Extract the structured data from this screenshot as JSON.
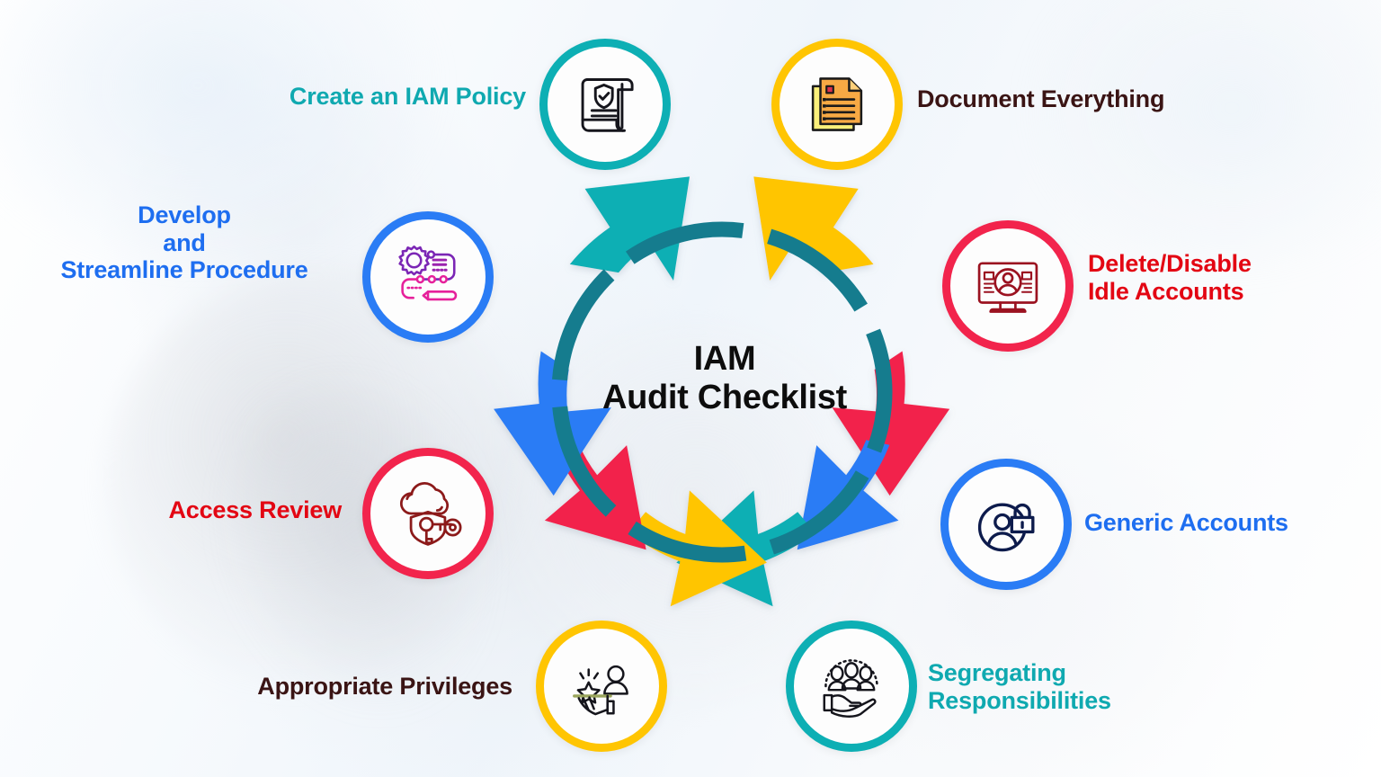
{
  "diagram": {
    "center": {
      "line1": "IAM",
      "line2": "Audit Checklist"
    },
    "type": "cycle",
    "flow_direction": "counterclockwise",
    "segment_count": 8,
    "colors": {
      "teal": "#0DAFB4",
      "yellow": "#FFC502",
      "red": "#F2244C",
      "blue": "#2A7CF5",
      "inner_ring_teal": "#157C8E",
      "label_teal": "#0FA9B0",
      "label_dark_maroon": "#3A1414",
      "label_red": "#E30613",
      "label_blue": "#1E6EF0",
      "icon_navy": "#0D1B4C",
      "icon_darkred": "#8C1A1A",
      "icon_magenta": "#E6219B",
      "icon_purple": "#7B26B5"
    },
    "nodes": [
      {
        "id": "create-iam-policy",
        "label": "Create an IAM Policy",
        "icon": "policy-scroll-shield-icon",
        "ring_color": "#0DAFB4",
        "label_color": "#0FA9B0",
        "position": "top-left"
      },
      {
        "id": "document-everything",
        "label": "Document Everything",
        "icon": "documents-checklist-icon",
        "ring_color": "#FFC502",
        "label_color": "#3A1414",
        "position": "top-right"
      },
      {
        "id": "delete-disable-idle-accounts",
        "label": "Delete/Disable\nIdle Accounts",
        "icon": "monitor-user-account-icon",
        "ring_color": "#F2244C",
        "label_color": "#E30613",
        "position": "right-upper"
      },
      {
        "id": "generic-accounts",
        "label": "Generic Accounts",
        "icon": "user-padlock-icon",
        "ring_color": "#2A7CF5",
        "label_color": "#1E6EF0",
        "position": "right-lower"
      },
      {
        "id": "segregating-responsibilities",
        "label": "Segregating\nResponsibilities",
        "icon": "hand-holding-people-icon",
        "ring_color": "#0DAFB4",
        "label_color": "#0FA9B0",
        "position": "bottom-right"
      },
      {
        "id": "appropriate-privileges",
        "label": "Appropriate Privileges",
        "icon": "hand-star-person-icon",
        "ring_color": "#FFC502",
        "label_color": "#3A1414",
        "position": "bottom-left"
      },
      {
        "id": "access-review",
        "label": "Access Review",
        "icon": "cloud-shield-key-icon",
        "ring_color": "#F2244C",
        "label_color": "#E30613",
        "position": "left-lower"
      },
      {
        "id": "develop-streamline-procedure",
        "label": "Develop\nand\nStreamline Procedure",
        "icon": "gear-workflow-pencil-icon",
        "ring_color": "#2A7CF5",
        "label_color": "#1E6EF0",
        "position": "left-upper"
      }
    ],
    "arrows": [
      {
        "id": "arrow-top-left",
        "color": "#0DAFB4"
      },
      {
        "id": "arrow-top-right",
        "color": "#FFC502"
      },
      {
        "id": "arrow-right-upper",
        "color": "#F2244C"
      },
      {
        "id": "arrow-right-lower",
        "color": "#2A7CF5"
      },
      {
        "id": "arrow-bottom-right",
        "color": "#0DAFB4"
      },
      {
        "id": "arrow-bottom-left",
        "color": "#FFC502"
      },
      {
        "id": "arrow-left-lower",
        "color": "#F2244C"
      },
      {
        "id": "arrow-left-upper",
        "color": "#2A7CF5"
      }
    ]
  }
}
